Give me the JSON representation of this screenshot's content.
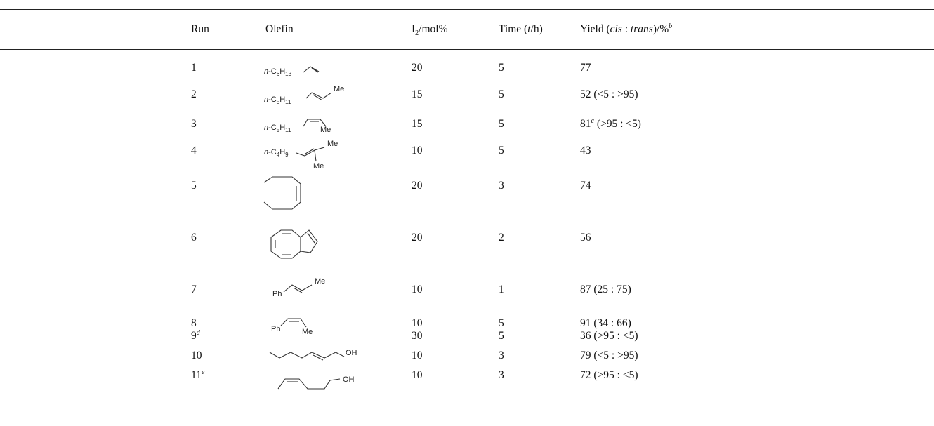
{
  "table": {
    "headers": {
      "run": "Run",
      "olefin": "Olefin",
      "i2_main": "I",
      "i2_sub": "2",
      "i2_rest": "/mol%",
      "time_pre": "Time (",
      "time_var": "t",
      "time_post": "/h)",
      "yield_pre": "Yield (",
      "yield_cis": "cis",
      "yield_sep": " : ",
      "yield_trans": "trans",
      "yield_post": ")/%",
      "yield_note": "b"
    },
    "rows": [
      {
        "run": "1",
        "note": "",
        "i2": "20",
        "time": "5",
        "yield": "77",
        "yield_note": "",
        "ratio": ""
      },
      {
        "run": "2",
        "note": "",
        "i2": "15",
        "time": "5",
        "yield": "52",
        "yield_note": "",
        "ratio": "(<5 : >95)"
      },
      {
        "run": "3",
        "note": "",
        "i2": "15",
        "time": "5",
        "yield": "81",
        "yield_note": "c",
        "ratio": "(>95 : <5)"
      },
      {
        "run": "4",
        "note": "",
        "i2": "10",
        "time": "5",
        "yield": "43",
        "yield_note": "",
        "ratio": ""
      },
      {
        "run": "5",
        "note": "",
        "i2": "20",
        "time": "3",
        "yield": "74",
        "yield_note": "",
        "ratio": ""
      },
      {
        "run": "6",
        "note": "",
        "i2": "20",
        "time": "2",
        "yield": "56",
        "yield_note": "",
        "ratio": ""
      },
      {
        "run": "7",
        "note": "",
        "i2": "10",
        "time": "1",
        "yield": "87",
        "yield_note": "",
        "ratio": "(25 : 75)"
      },
      {
        "run": "8",
        "note": "",
        "i2": "10",
        "time": "5",
        "yield": "91",
        "yield_note": "",
        "ratio": "(34 : 66)"
      },
      {
        "run": "9",
        "note": "d",
        "i2": "30",
        "time": "5",
        "yield": "36",
        "yield_note": "",
        "ratio": "(>95 : <5)"
      },
      {
        "run": "10",
        "note": "",
        "i2": "10",
        "time": "3",
        "yield": "79",
        "yield_note": "",
        "ratio": "(<5 : >95)"
      },
      {
        "run": "11",
        "note": "e",
        "i2": "10",
        "time": "3",
        "yield": "72",
        "yield_note": "",
        "ratio": "(>95 : <5)"
      }
    ],
    "olefin_labels": {
      "o1": "n-C6H13",
      "o2_prefix": "n-C5H11",
      "o2_me": "Me",
      "o3_prefix": "n-C5H11",
      "o3_me": "Me",
      "o4_prefix": "n-C4H9",
      "o4_me1": "Me",
      "o4_me2": "Me",
      "o7_ph": "Ph",
      "o7_me": "Me",
      "o8_ph": "Ph",
      "o8_me": "Me",
      "o10_oh": "OH",
      "o11_oh": "OH"
    }
  }
}
